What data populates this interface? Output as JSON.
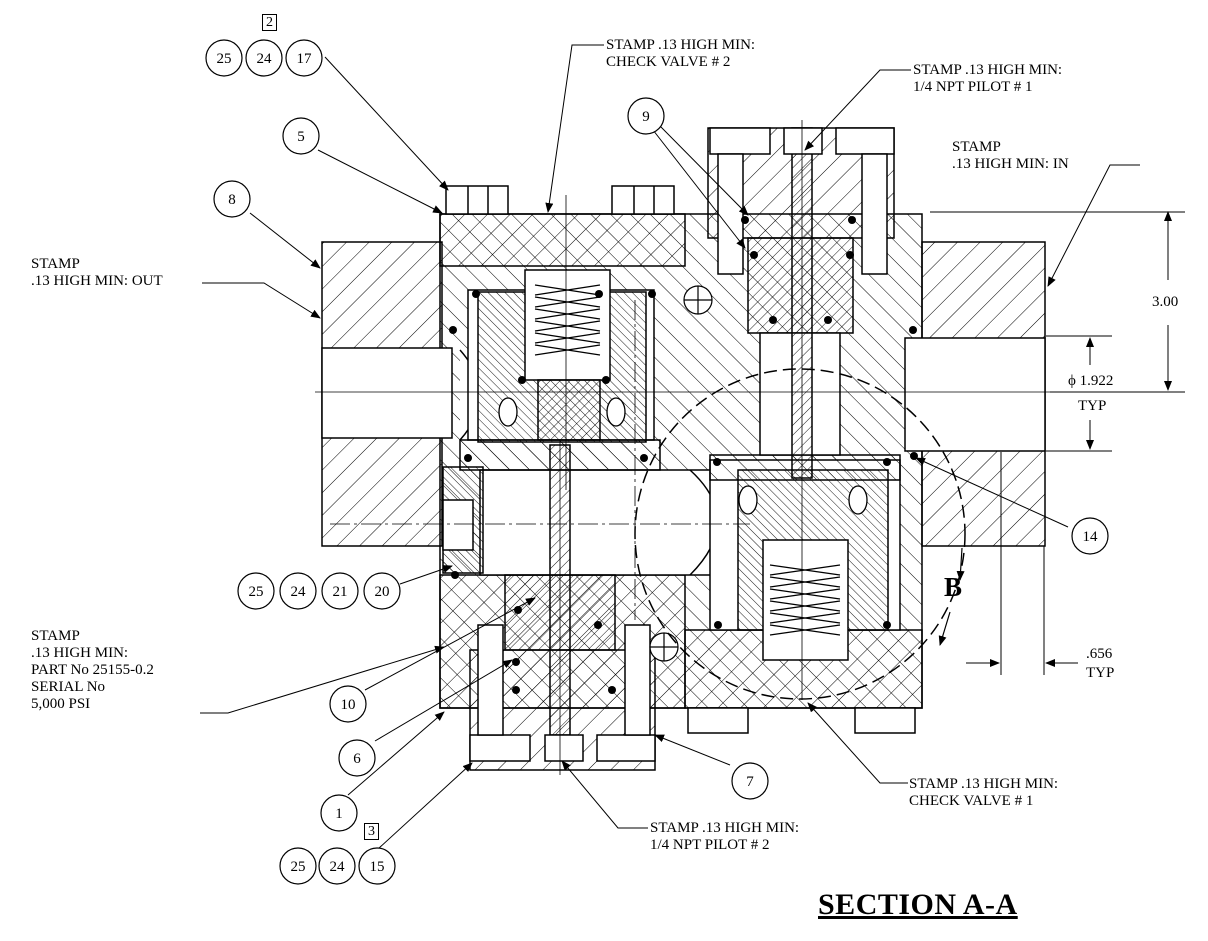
{
  "drawing": {
    "title": "SECTION A-A",
    "detail_marker": "B",
    "flags": {
      "flag_top": "2",
      "flag_bottom": "3"
    },
    "balloons": {
      "b25a": "25",
      "b24a": "24",
      "b17": "17",
      "b5": "5",
      "b8": "8",
      "b9": "9",
      "b14": "14",
      "b25b": "25",
      "b24b": "24",
      "b21": "21",
      "b20": "20",
      "b10": "10",
      "b6": "6",
      "b1": "1",
      "b7": "7",
      "b25c": "25",
      "b24c": "24",
      "b15": "15"
    },
    "notes": {
      "check_valve_2": "STAMP .13 HIGH MIN:\nCHECK VALVE # 2",
      "pilot_1": "STAMP .13 HIGH MIN:\n1/4 NPT PILOT # 1",
      "stamp_in": "STAMP\n.13 HIGH MIN: IN",
      "stamp_out": "STAMP\n.13 HIGH MIN: OUT",
      "part_no": "STAMP\n.13 HIGH MIN:\nPART No 25155-0.2\nSERIAL No\n5,000 PSI",
      "check_valve_1": "STAMP .13 HIGH MIN:\nCHECK VALVE # 1",
      "pilot_2": "STAMP .13 HIGH MIN:\n1/4 NPT PILOT # 2"
    },
    "dimensions": {
      "height": "3.00",
      "port_dia": "ϕ 1.922",
      "port_dia_typ": "TYP",
      "offset": ".656",
      "offset_typ": "TYP"
    }
  }
}
